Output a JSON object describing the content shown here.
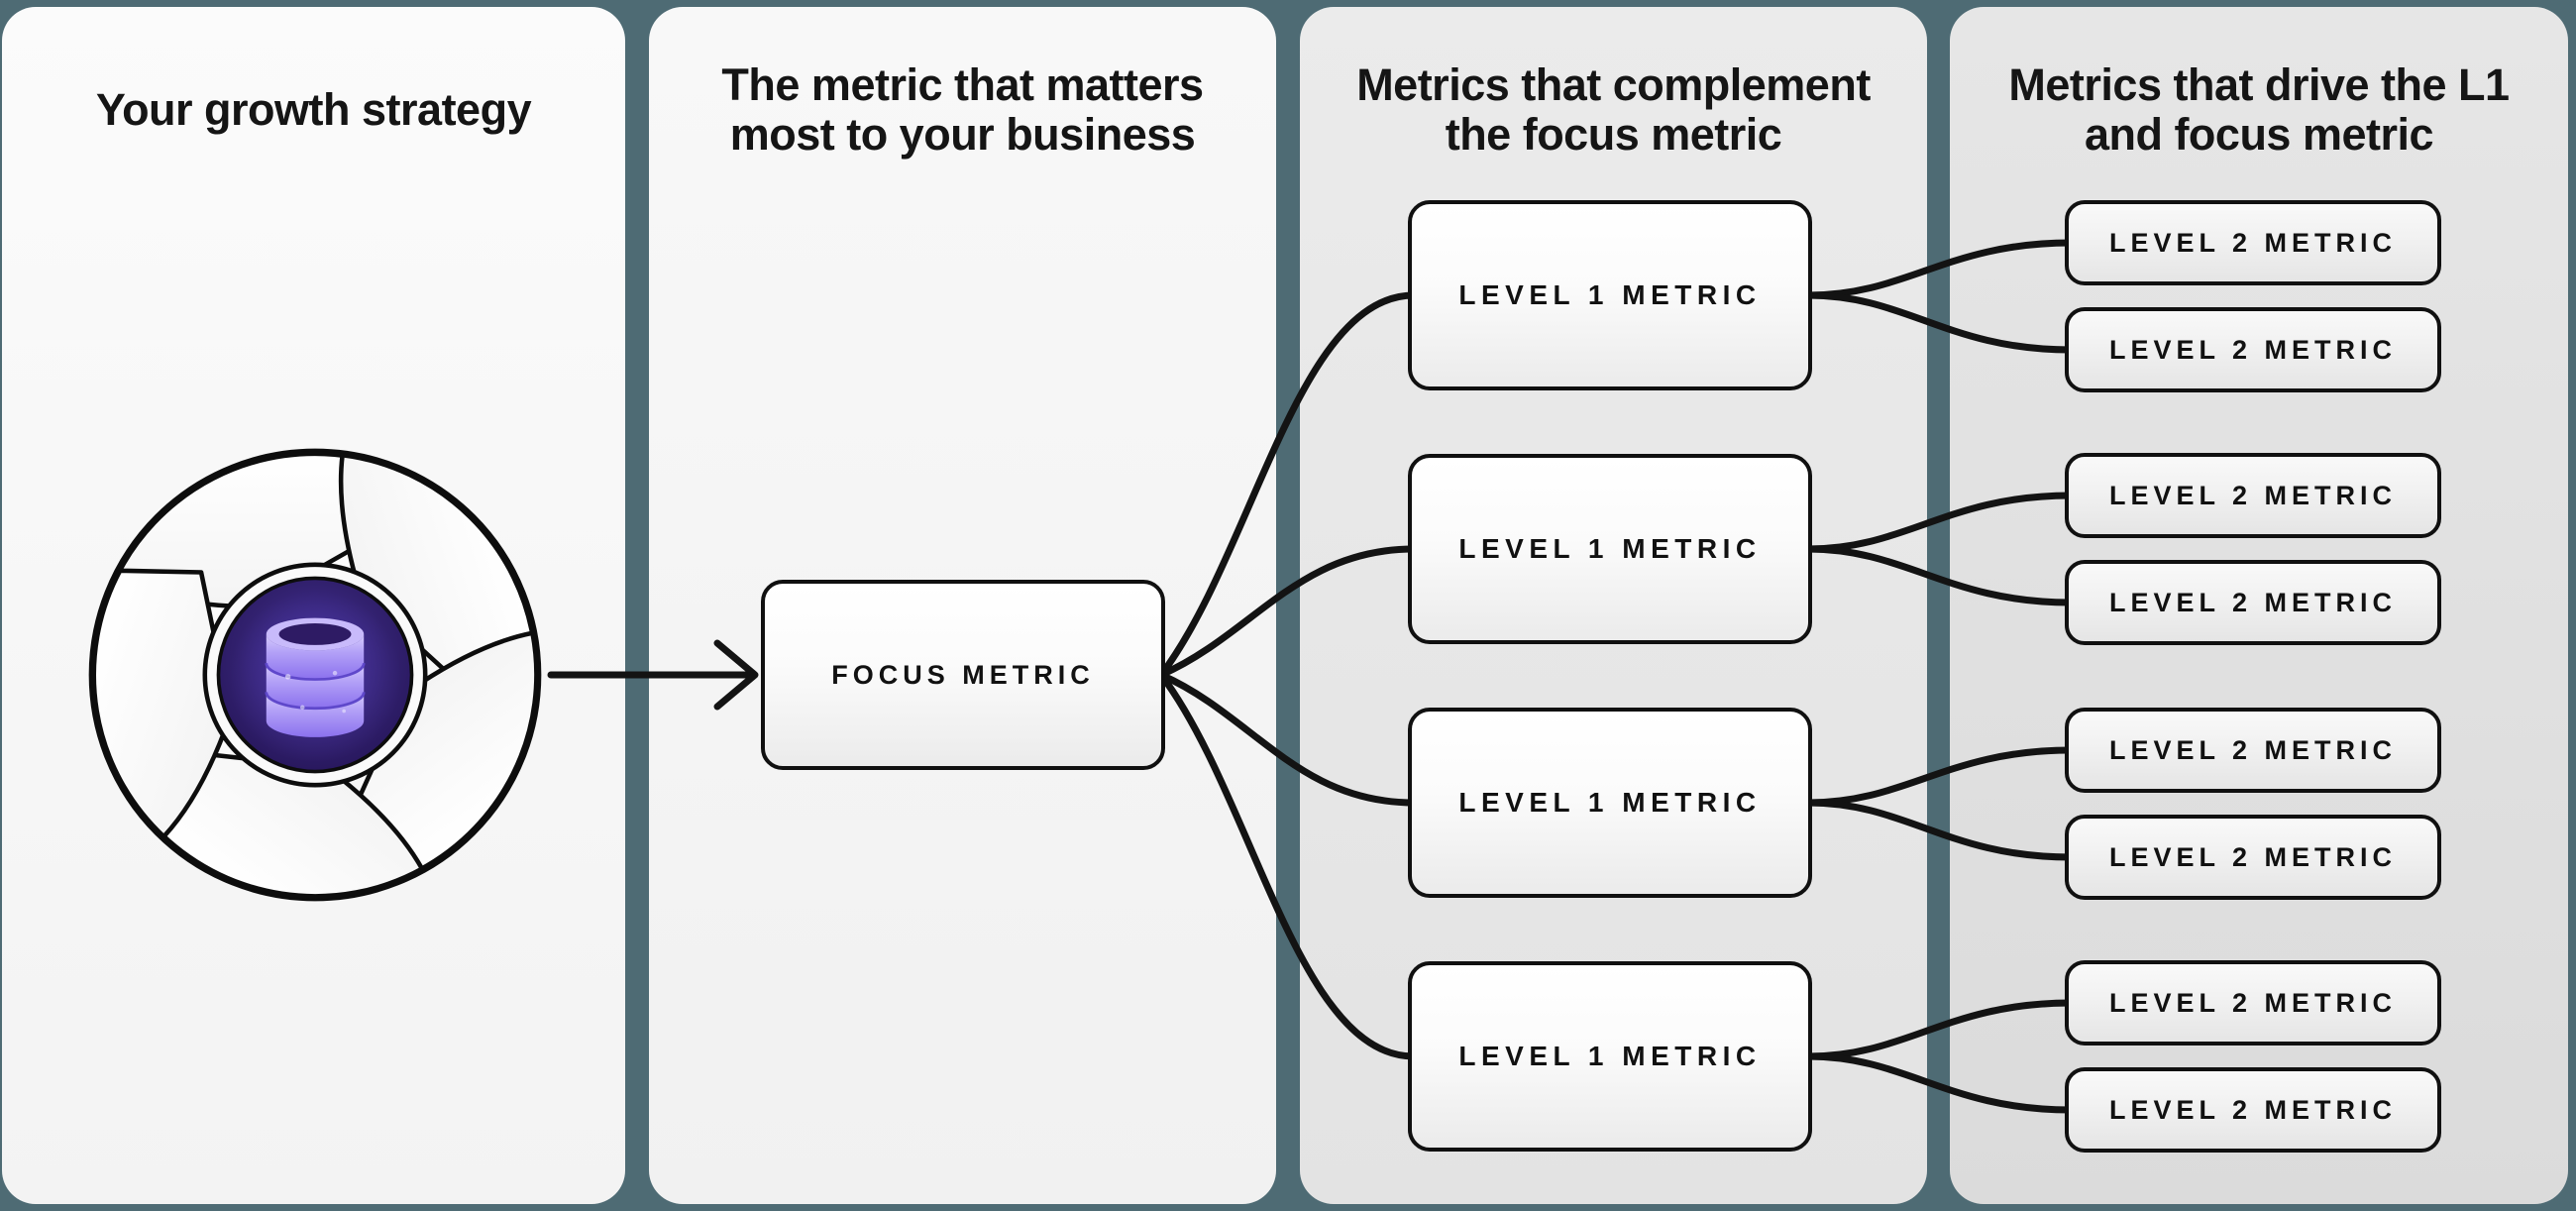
{
  "panels": [
    {
      "id": "growth-strategy",
      "title": "Your growth strategy"
    },
    {
      "id": "focus-metric",
      "title": "The metric that matters\nmost to your business"
    },
    {
      "id": "level1-metrics",
      "title": "Metrics that complement\nthe focus metric"
    },
    {
      "id": "level2-metrics",
      "title": "Metrics that drive the L1\nand focus metric"
    }
  ],
  "nodes": {
    "focus": {
      "label": "FOCUS METRIC"
    },
    "level1": [
      {
        "label": "LEVEL 1 METRIC"
      },
      {
        "label": "LEVEL 1 METRIC"
      },
      {
        "label": "LEVEL 1 METRIC"
      },
      {
        "label": "LEVEL 1 METRIC"
      }
    ],
    "level2": [
      {
        "label": "LEVEL 2 METRIC"
      },
      {
        "label": "LEVEL 2 METRIC"
      },
      {
        "label": "LEVEL 2 METRIC"
      },
      {
        "label": "LEVEL 2 METRIC"
      },
      {
        "label": "LEVEL 2 METRIC"
      },
      {
        "label": "LEVEL 2 METRIC"
      },
      {
        "label": "LEVEL 2 METRIC"
      },
      {
        "label": "LEVEL 2 METRIC"
      }
    ]
  },
  "icons": {
    "flywheel": "growth-flywheel-icon",
    "database": "database-icon",
    "arrow": "arrow-right-icon"
  },
  "colors": {
    "background": "#4e6b74",
    "line": "#131313",
    "node_border": "#101010",
    "disk_purple": "#2a175c",
    "database_purple": "#b3a1f7"
  }
}
